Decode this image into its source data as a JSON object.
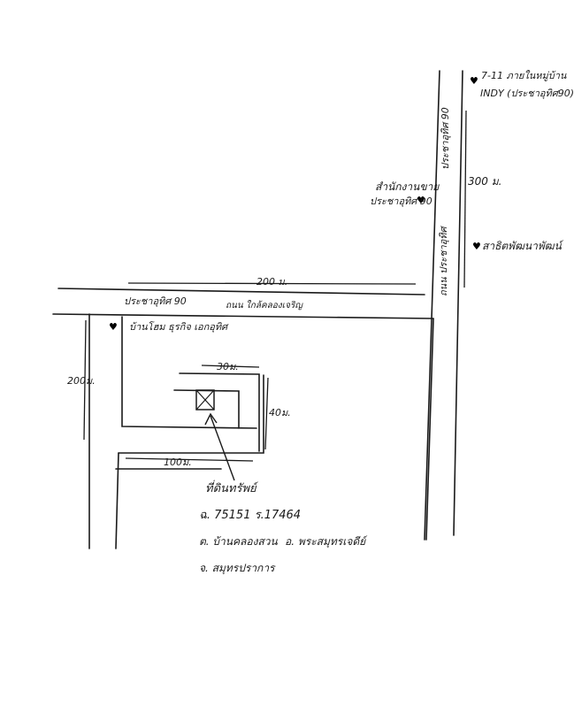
{
  "landmarks": {
    "seven_eleven": "7-11 ภายในหมู่บ้าน",
    "indy": "INDY (ประชาอุทิศ90)",
    "village_office": "สำนักงานขาย",
    "pracha_uthit_90_a": "ประชาอุทิศ 90",
    "satit": "สาธิตพัฒนาพัฒน์",
    "shophouse": "บ้านโฮม ธุรกิจ เอกอุทิศ"
  },
  "roads": {
    "main_vertical": "ถนน ประชาอุทิศ",
    "pracha_uthit_90_top": "ประชาอุทิศ 90",
    "horizontal_road_label": "ประชาอุทิศ 90",
    "road_note": "ถนน ใกล้คลองเจริญ"
  },
  "dimensions": {
    "d_200m_top": "200 ม.",
    "d_300m": "300 ม.",
    "d_200m_left": "200ม.",
    "d_30m": "30ม.",
    "d_40m": "40ม.",
    "d_100m": "100ม."
  },
  "property": {
    "label": "ที่ดินทรัพย์",
    "deed": "ฉ. 75151  ร.17464",
    "subdistrict": "ต. บ้านคลองสวน",
    "district": "อ. พระสมุทรเจดีย์",
    "province": "จ. สมุทรปราการ"
  }
}
